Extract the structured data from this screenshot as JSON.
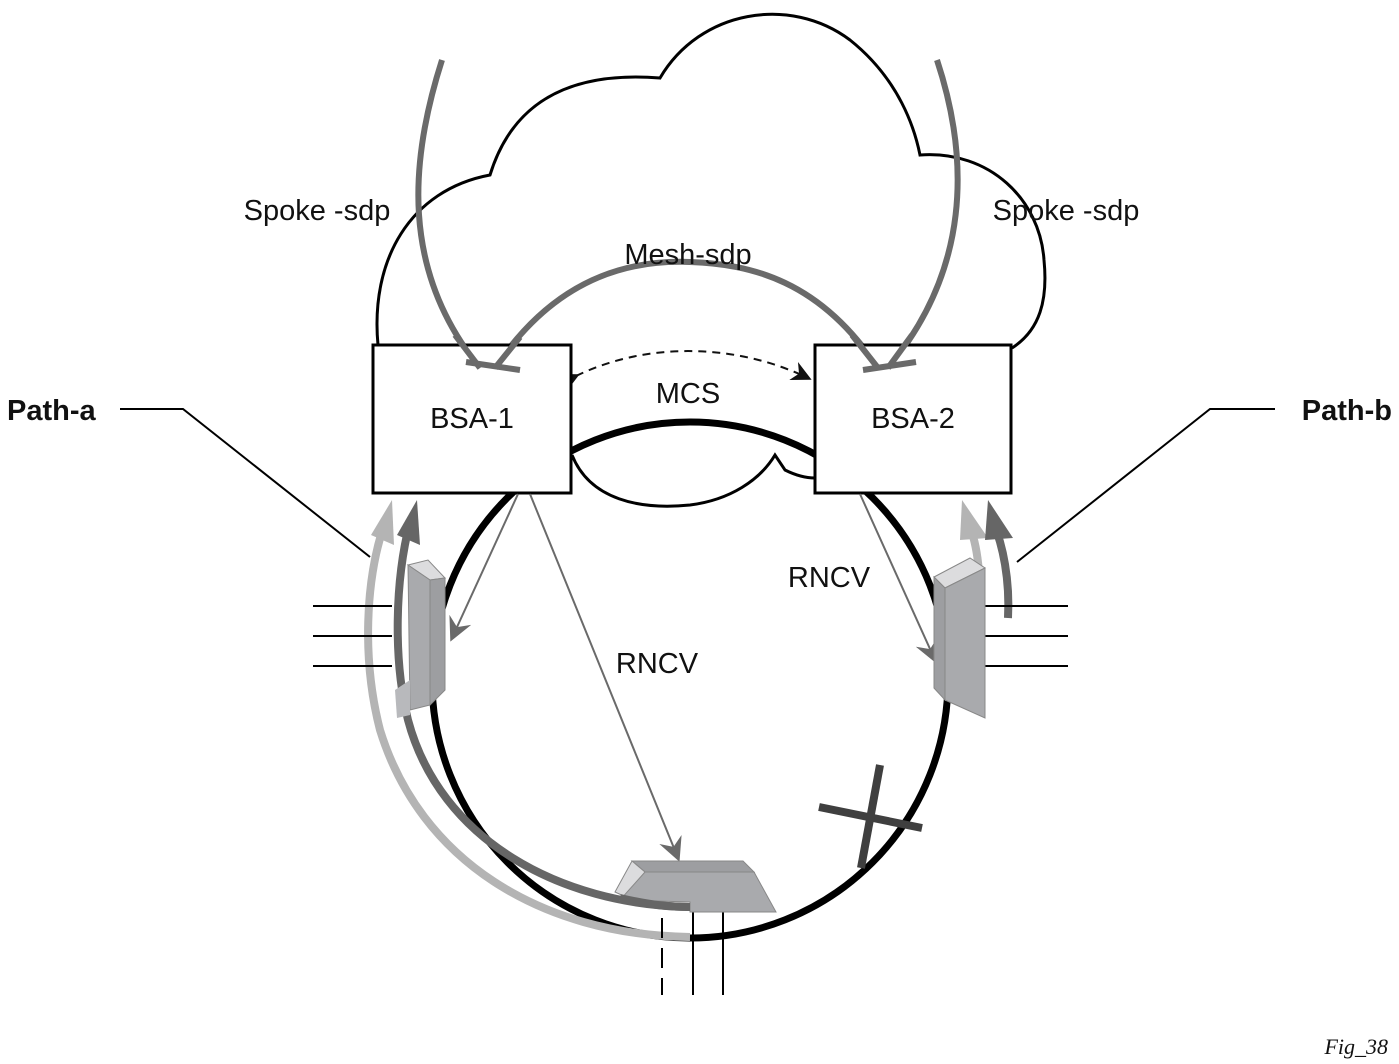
{
  "figure_id": "Fig_38",
  "labels": {
    "spoke_left": "Spoke -sdp",
    "spoke_right": "Spoke -sdp",
    "mesh": "Mesh-sdp",
    "mcs": "MCS",
    "rncv_center": "RNCV",
    "rncv_right": "RNCV",
    "path_a": "Path-a",
    "path_b": "Path-b"
  },
  "nodes": [
    {
      "id": "bsa-1",
      "label": "BSA-1"
    },
    {
      "id": "bsa-2",
      "label": "BSA-2"
    }
  ],
  "colors": {
    "outline": "#000000",
    "sdp_gray": "#6a6a6a",
    "path_light": "#b4b4b4",
    "path_dark": "#666666",
    "device_face": "#a9aaad",
    "device_top": "#dcdcde",
    "failure_x": "#3f3f3f"
  },
  "failure_marker": "link-failure-x"
}
